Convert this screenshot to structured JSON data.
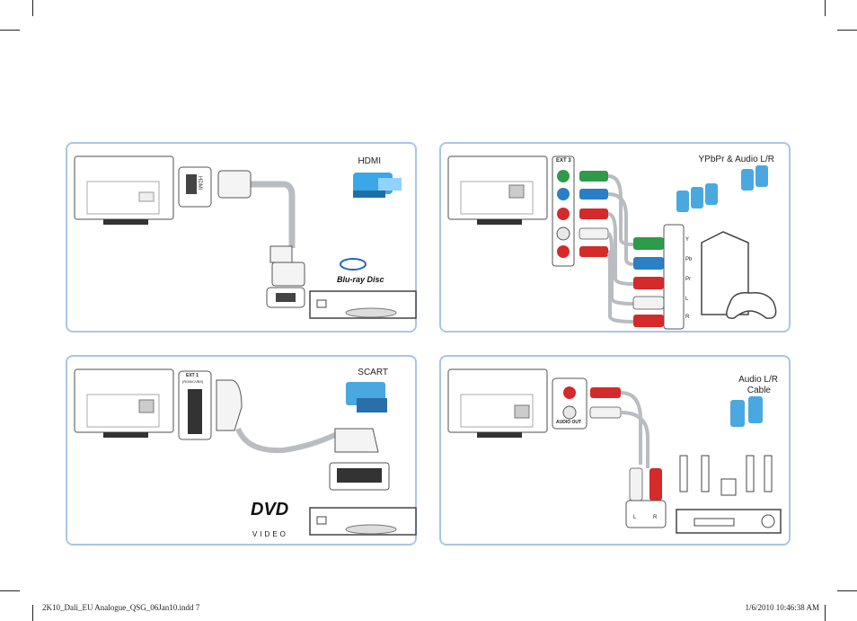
{
  "panels": {
    "hdmi": {
      "label": "HDMI",
      "port": "HDMI",
      "bluray": "Blu-ray Disc"
    },
    "ypbpr": {
      "label": "YPbPr & Audio L/R",
      "port": "EXT 3",
      "jacks": [
        "Y",
        "Pb",
        "Pr",
        "L",
        "R"
      ]
    },
    "scart": {
      "label": "SCART",
      "port": "EXT 1",
      "port_sub": "(RGB/CVBS)",
      "dvd_logo": "DVD",
      "dvd_sub": "VIDEO"
    },
    "audio": {
      "label_line1": "Audio L/R",
      "label_line2": "Cable",
      "port": "AUDIO OUT",
      "jack_l": "L",
      "jack_r": "R"
    }
  },
  "footer": {
    "left": "2K10_Dali_EU Analogue_QSG_06Jan10.indd   7",
    "right": "1/6/2010   10:46:38 AM"
  },
  "colors": {
    "frame": "#a9c6e6",
    "green": "#2e9b4a",
    "blue": "#2b7fc4",
    "red": "#d42a2a",
    "white": "#f2f2f2",
    "cable": "#b9bcc0"
  }
}
